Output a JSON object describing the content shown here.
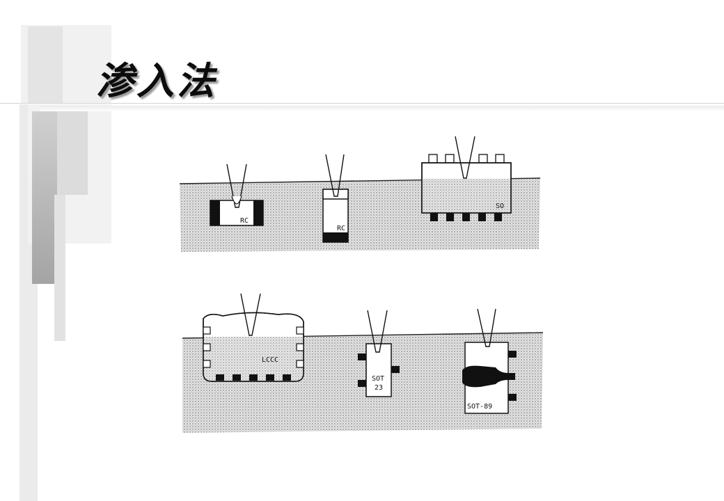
{
  "title": "渗入法",
  "components": {
    "rc_flat": "RC",
    "rc_upright": "RC",
    "so": "SO",
    "lccc": "LCCC",
    "sot23_line1": "SOT",
    "sot23_line2": "23",
    "sot89": "SOT-89"
  },
  "colors": {
    "substrate": "#d2d2d2",
    "ink": "#111111",
    "deco_light": "#ebebeb",
    "deco_mid": "#d6d6d6",
    "deco_dark": "#a8a8a8"
  }
}
